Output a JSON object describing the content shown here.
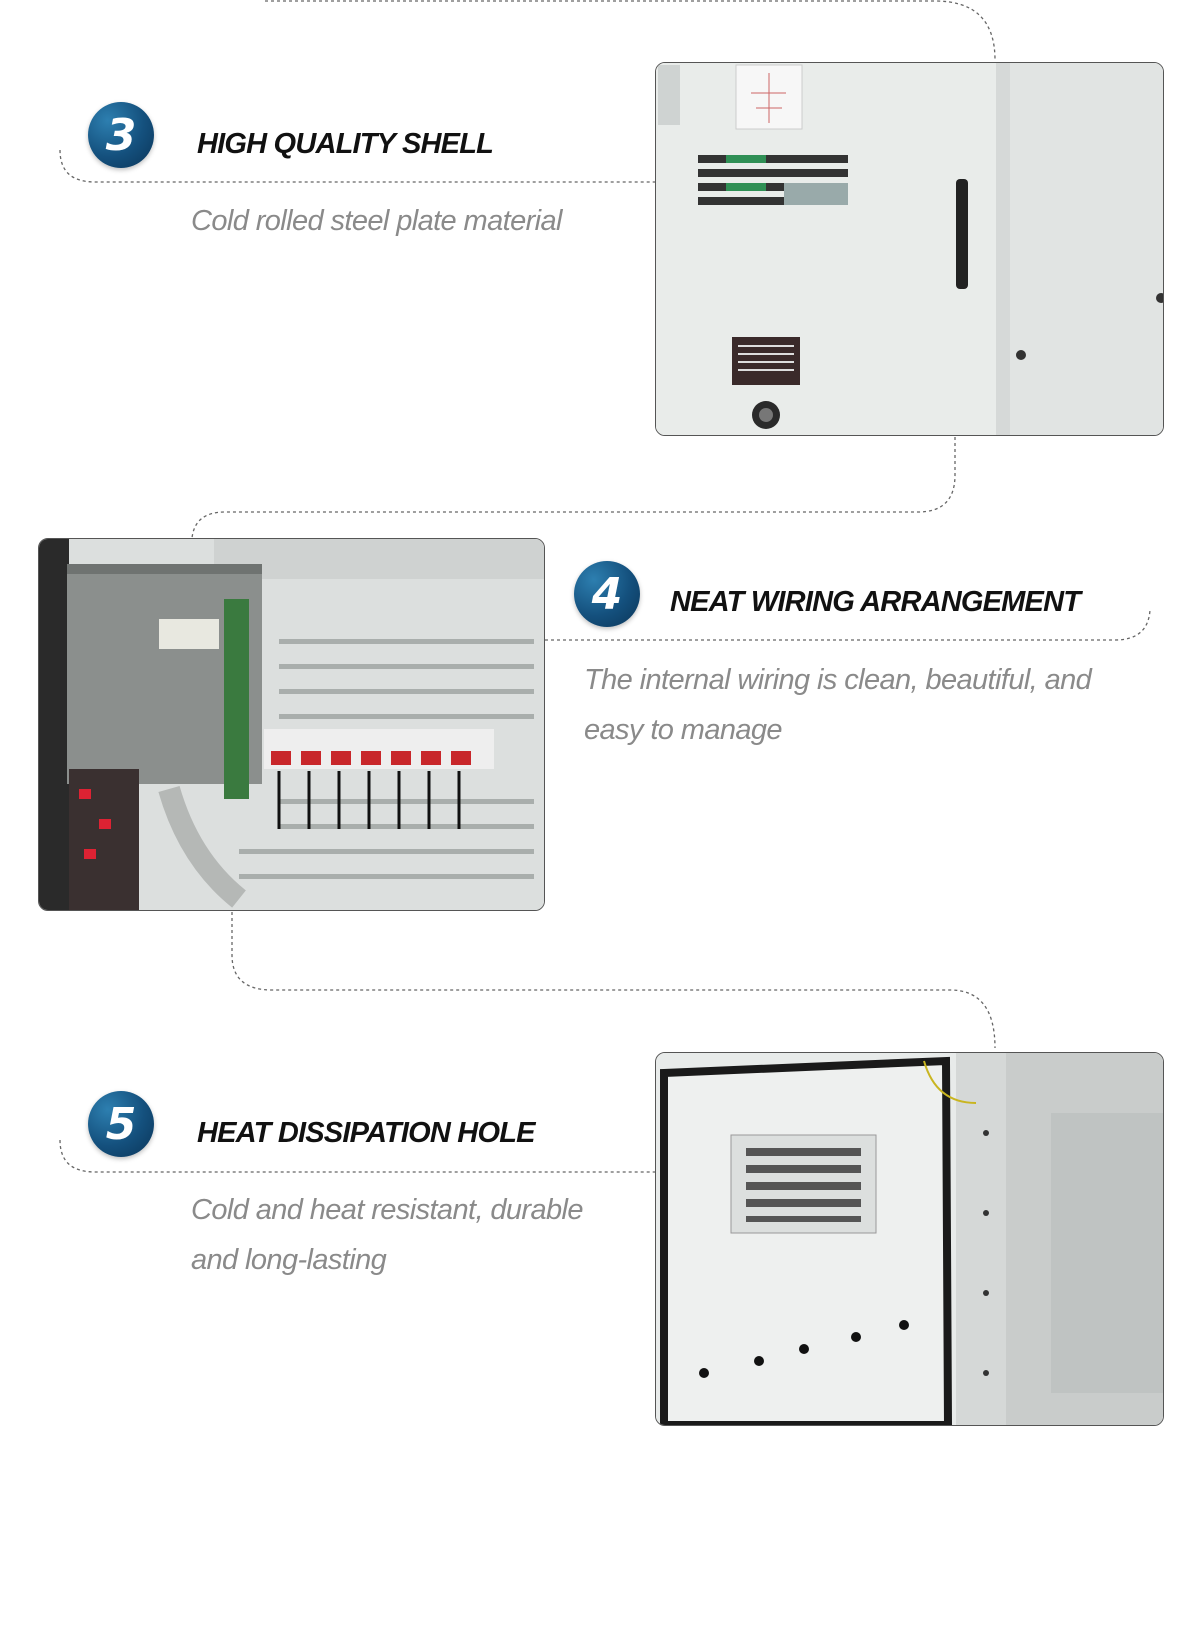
{
  "features": [
    {
      "number": "3",
      "title": "HIGH QUALITY SHELL",
      "description": "Cold rolled steel plate material",
      "image": "cabinet-exterior-photo"
    },
    {
      "number": "4",
      "title": "NEAT WIRING ARRANGEMENT",
      "description": "The internal wiring is clean, beautiful, and easy to manage",
      "image": "cabinet-wiring-photo"
    },
    {
      "number": "5",
      "title": "HEAT DISSIPATION HOLE",
      "description": "Cold and heat resistant, durable and long-lasting",
      "image": "cabinet-vent-photo"
    }
  ],
  "colors": {
    "badge": "#14507d",
    "title": "#111111",
    "description": "#8a8a8a",
    "connector": "#666666"
  }
}
